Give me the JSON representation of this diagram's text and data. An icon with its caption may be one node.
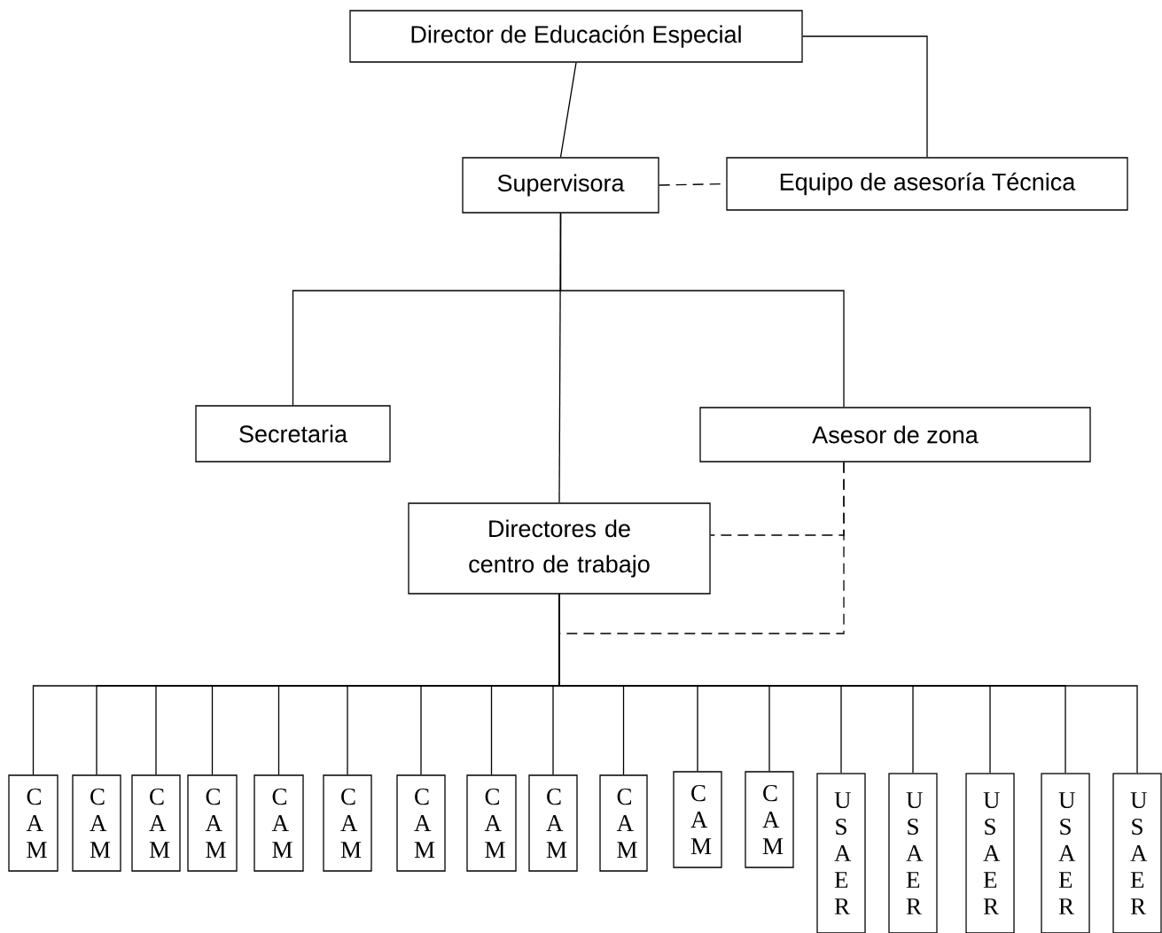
{
  "diagram": {
    "nodes": [
      {
        "text": [
          "Director de Educación Especial"
        ]
      },
      {
        "text": [
          "Supervisora"
        ]
      },
      {
        "text": [
          "Equipo de asesoría Técnica"
        ]
      },
      {
        "text": [
          "Secretaria"
        ]
      },
      {
        "text": [
          "Asesor de zona"
        ]
      },
      {
        "text": [
          "Directores de centro de trabajo"
        ]
      },
      {
        "text": [
          "C A M"
        ]
      },
      {
        "text": [
          "C A M"
        ]
      },
      {
        "text": [
          "C A M"
        ]
      },
      {
        "text": [
          "C A M"
        ]
      },
      {
        "text": [
          "C A M"
        ]
      },
      {
        "text": [
          "C A M"
        ]
      },
      {
        "text": [
          "C A M"
        ]
      },
      {
        "text": [
          "C A M"
        ]
      },
      {
        "text": [
          "C A M"
        ]
      },
      {
        "text": [
          "C A M"
        ]
      },
      {
        "text": [
          "C A M"
        ]
      },
      {
        "text": [
          "C A M"
        ]
      },
      {
        "text": [
          "U S A E R"
        ]
      },
      {
        "text": [
          "U S A E R"
        ]
      },
      {
        "text": [
          "U S A E R"
        ]
      },
      {
        "text": [
          "U S A E R"
        ]
      },
      {
        "text": [
          "U S A E R"
        ]
      }
    ],
    "edges": [
      {
        "from": 0,
        "to": 1,
        "arrow": "none"
      },
      {
        "from": 0,
        "to": 2,
        "arrow": "none"
      },
      {
        "from": 1,
        "to": 2,
        "arrow": "none",
        "style": "dashed"
      },
      {
        "from": 1,
        "to": 3,
        "arrow": "none"
      },
      {
        "from": 1,
        "to": 5,
        "arrow": "none"
      },
      {
        "from": 1,
        "to": 4,
        "arrow": "none"
      },
      {
        "from": 4,
        "to": 5,
        "arrow": "none",
        "style": "dashed"
      },
      {
        "from": 4,
        "to": 5,
        "arrow": "none",
        "style": "dashed"
      },
      {
        "from": 5,
        "to": 6,
        "arrow": "none"
      },
      {
        "from": 5,
        "to": 7,
        "arrow": "none"
      },
      {
        "from": 5,
        "to": 8,
        "arrow": "none"
      },
      {
        "from": 5,
        "to": 9,
        "arrow": "none"
      },
      {
        "from": 5,
        "to": 10,
        "arrow": "none"
      },
      {
        "from": 5,
        "to": 11,
        "arrow": "none"
      },
      {
        "from": 5,
        "to": 12,
        "arrow": "none"
      },
      {
        "from": 5,
        "to": 13,
        "arrow": "none"
      },
      {
        "from": 5,
        "to": 14,
        "arrow": "none"
      },
      {
        "from": 5,
        "to": 15,
        "arrow": "none"
      },
      {
        "from": 5,
        "to": 16,
        "arrow": "none"
      },
      {
        "from": 5,
        "to": 17,
        "arrow": "none"
      },
      {
        "from": 5,
        "to": 18,
        "arrow": "none"
      },
      {
        "from": 5,
        "to": 19,
        "arrow": "none"
      },
      {
        "from": 5,
        "to": 20,
        "arrow": "none"
      },
      {
        "from": 5,
        "to": 21,
        "arrow": "none"
      },
      {
        "from": 5,
        "to": 22,
        "arrow": "none"
      }
    ]
  }
}
